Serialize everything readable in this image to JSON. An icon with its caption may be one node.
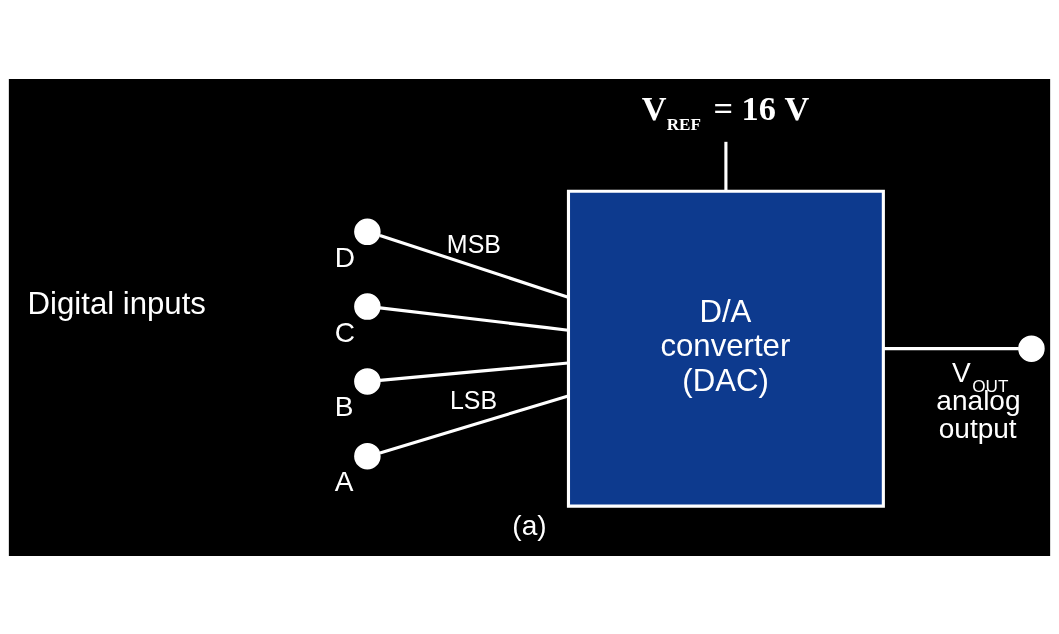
{
  "diagram": {
    "caption": "(a)",
    "nodes": [
      {
        "text": [
          "V$_{REF}$ = 16 V"
        ]
      },
      {
        "text": [
          "D/A converter (DAC)"
        ]
      },
      {
        "text": [],
        "shape": "circle",
        "beside": [
          "D"
        ]
      },
      {
        "text": [],
        "shape": "circle",
        "beside": [
          "C"
        ]
      },
      {
        "text": [],
        "shape": "circle",
        "beside": [
          "B"
        ]
      },
      {
        "text": [],
        "shape": "circle",
        "beside": [
          "A"
        ]
      },
      {
        "text": [],
        "shape": "circle",
        "beside": [
          "V$_{OUT}$ analog output"
        ]
      }
    ],
    "edges": [
      {
        "from": 0,
        "to": 1,
        "arrow": "none"
      },
      {
        "from": 2,
        "to": 1,
        "arrow": "none",
        "label": "MSB"
      },
      {
        "from": 3,
        "to": 1,
        "arrow": "none"
      },
      {
        "from": 4,
        "to": 1,
        "arrow": "none"
      },
      {
        "from": 5,
        "to": 1,
        "arrow": "none",
        "label": "LSB"
      },
      {
        "from": 1,
        "to": 6,
        "arrow": "none"
      }
    ],
    "labels": [
      "Digital inputs"
    ]
  }
}
